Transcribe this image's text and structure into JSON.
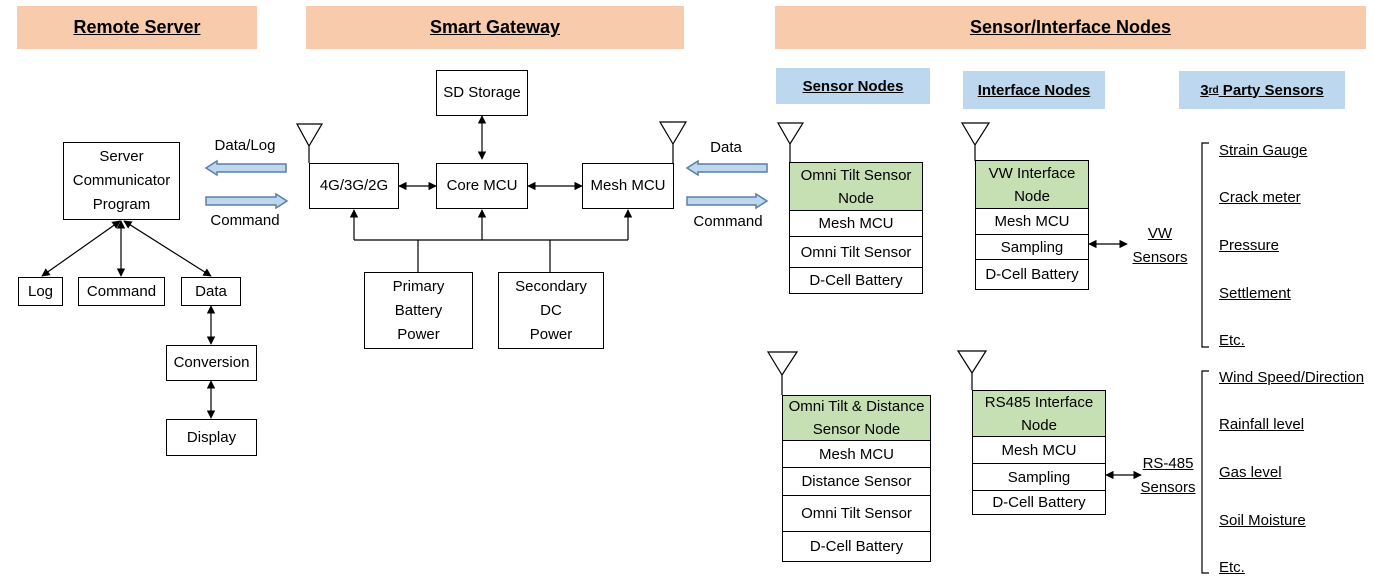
{
  "headers": {
    "remote_server": "Remote Server",
    "smart_gateway": "Smart Gateway",
    "sensor_interface_nodes": "Sensor/Interface Nodes"
  },
  "subheaders": {
    "sensor_nodes": "Sensor Nodes",
    "interface_nodes": "Interface Nodes",
    "third_party_prefix": "3",
    "third_party_sup": "rd",
    "third_party_suffix": " Party Sensors"
  },
  "remote": {
    "server_program": [
      "Server",
      "Communicator",
      "Program"
    ],
    "log": "Log",
    "command": "Command",
    "data": "Data",
    "conversion": "Conversion",
    "display": "Display"
  },
  "links": {
    "server_gateway_top": "Data/Log",
    "server_gateway_bottom": "Command",
    "gateway_nodes_top": "Data",
    "gateway_nodes_bottom": "Command"
  },
  "gateway": {
    "sd_storage": "SD Storage",
    "cellular": "4G/3G/2G",
    "core_mcu": "Core MCU",
    "mesh_mcu": "Mesh MCU",
    "primary_power": [
      "Primary",
      "Battery",
      "Power"
    ],
    "secondary_power": [
      "Secondary",
      "DC",
      "Power"
    ]
  },
  "nodes": {
    "omni_tilt": {
      "title": [
        "Omni Tilt Sensor",
        "Node"
      ],
      "rows": [
        "Mesh MCU",
        "Omni Tilt Sensor",
        "D-Cell Battery"
      ]
    },
    "vw_interface": {
      "title": [
        "VW Interface",
        "Node"
      ],
      "rows": [
        "Mesh MCU",
        "Sampling",
        "D-Cell Battery"
      ]
    },
    "omni_tilt_distance": {
      "title": [
        "Omni Tilt & Distance",
        "Sensor Node"
      ],
      "rows": [
        "Mesh MCU",
        "Distance Sensor",
        "Omni Tilt Sensor",
        "D-Cell Battery"
      ]
    },
    "rs485_interface": {
      "title": [
        "RS485 Interface",
        "Node"
      ],
      "rows": [
        "Mesh MCU",
        "Sampling",
        "D-Cell Battery"
      ]
    }
  },
  "sensor_groups": {
    "vw": {
      "label": [
        "VW",
        "Sensors"
      ],
      "items": [
        "Strain Gauge",
        "Crack meter",
        "Pressure",
        "Settlement",
        "Etc."
      ]
    },
    "rs485": {
      "label": [
        "RS-485",
        "Sensors"
      ],
      "items": [
        "Wind Speed/Direction",
        "Rainfall level",
        "Gas level",
        "Soil Moisture",
        "Etc."
      ]
    }
  },
  "colors": {
    "header_bg": "#f8cbad",
    "subheader_bg": "#bdd7ee",
    "node_title_bg": "#c6e0b4",
    "arrow_fill": "#bdd7ee",
    "arrow_stroke": "#5b7fa6"
  }
}
